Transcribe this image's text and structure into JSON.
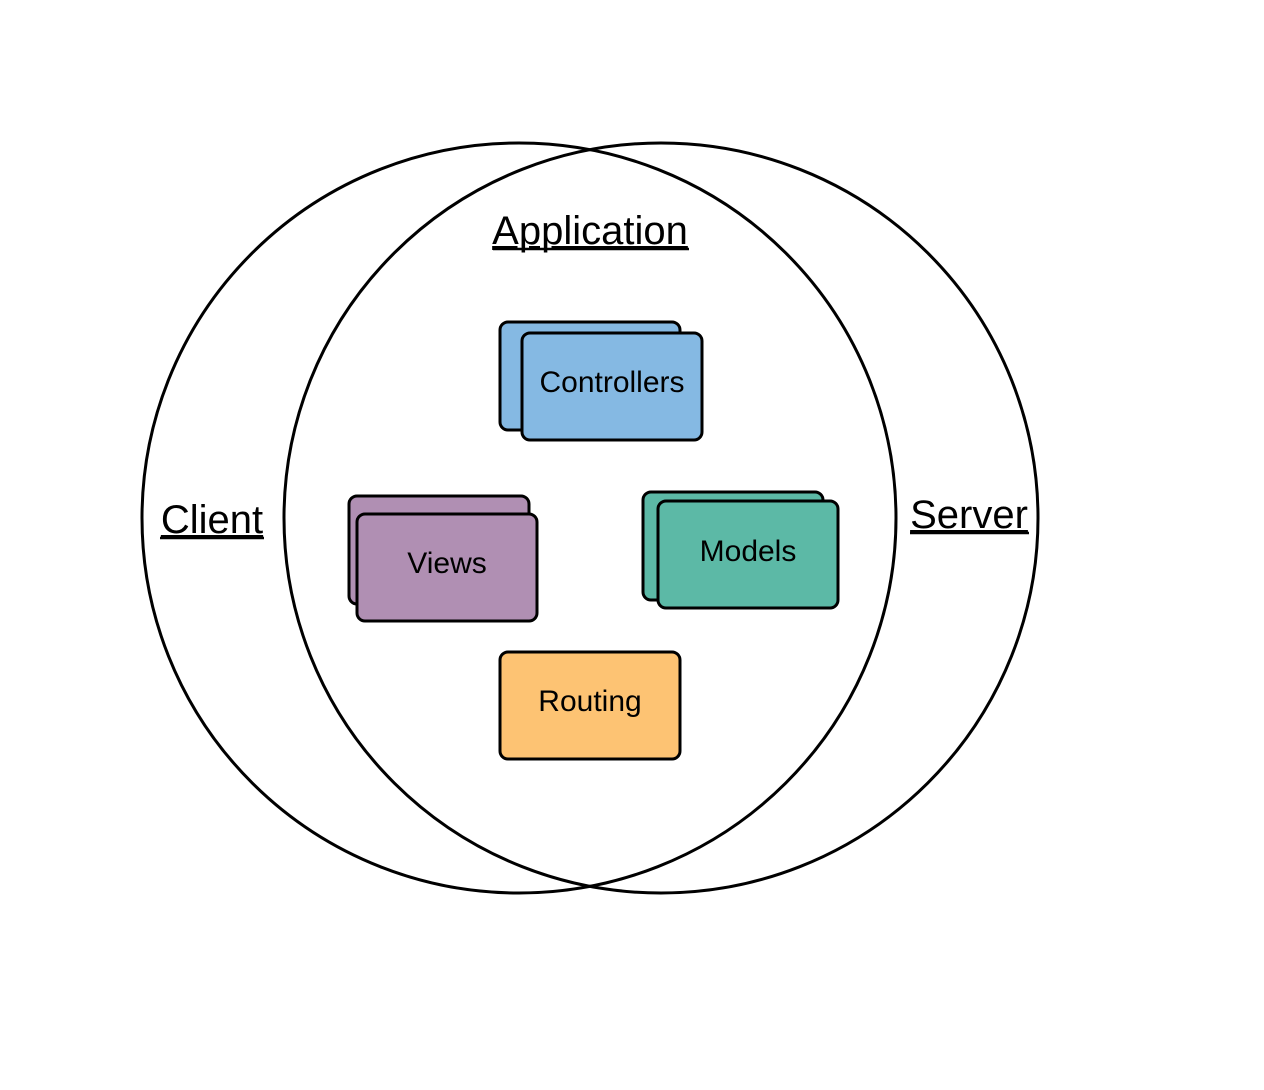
{
  "regions": {
    "client": "Client",
    "application": "Application",
    "server": "Server"
  },
  "components": {
    "controllers": {
      "label": "Controllers",
      "color": "#85b9e3",
      "stacked": true
    },
    "views": {
      "label": "Views",
      "color": "#b08fb3",
      "stacked": true
    },
    "models": {
      "label": "Models",
      "color": "#5cb9a6",
      "stacked": true
    },
    "routing": {
      "label": "Routing",
      "color": "#fdc373",
      "stacked": false
    }
  },
  "colors": {
    "outline": "#000000",
    "background": "#ffffff"
  }
}
